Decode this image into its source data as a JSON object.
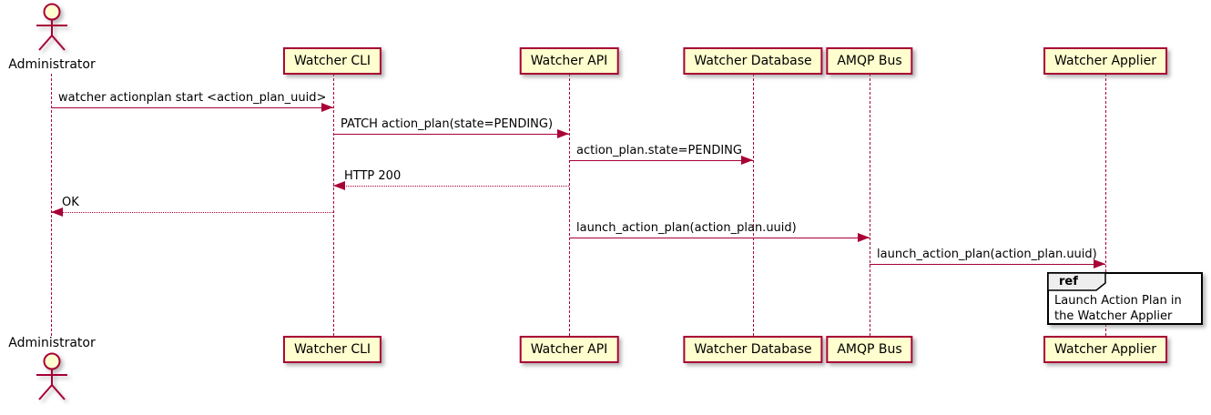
{
  "diagram": {
    "type": "sequence",
    "background": "#ffffff",
    "accent_color": "#A80036",
    "participant_fill": "#FEFECE",
    "ref_header_fill": "#EEEEEE",
    "text_color": "#000000"
  },
  "actor": {
    "label": "Administrator"
  },
  "participants": [
    {
      "label": "Watcher CLI"
    },
    {
      "label": "Watcher API"
    },
    {
      "label": "Watcher Database"
    },
    {
      "label": "AMQP Bus"
    },
    {
      "label": "Watcher Applier"
    }
  ],
  "messages": [
    {
      "label": "watcher actionplan start <action_plan_uuid>",
      "from": "Administrator",
      "to": "Watcher CLI",
      "line": "solid",
      "direction": "right"
    },
    {
      "label": "PATCH action_plan(state=PENDING)",
      "from": "Watcher CLI",
      "to": "Watcher API",
      "line": "solid",
      "direction": "right"
    },
    {
      "label": "action_plan.state=PENDING",
      "from": "Watcher API",
      "to": "Watcher Database",
      "line": "solid",
      "direction": "right"
    },
    {
      "label": "HTTP 200",
      "from": "Watcher API",
      "to": "Watcher CLI",
      "line": "dotted",
      "direction": "left"
    },
    {
      "label": "OK",
      "from": "Watcher CLI",
      "to": "Administrator",
      "line": "dotted",
      "direction": "left"
    },
    {
      "label": "launch_action_plan(action_plan.uuid)",
      "from": "Watcher API",
      "to": "AMQP Bus",
      "line": "solid",
      "direction": "right"
    },
    {
      "label": "launch_action_plan(action_plan.uuid)",
      "from": "AMQP Bus",
      "to": "Watcher Applier",
      "line": "solid",
      "direction": "right"
    }
  ],
  "ref": {
    "keyword": "ref",
    "text": "Launch Action Plan in the Watcher Applier"
  }
}
